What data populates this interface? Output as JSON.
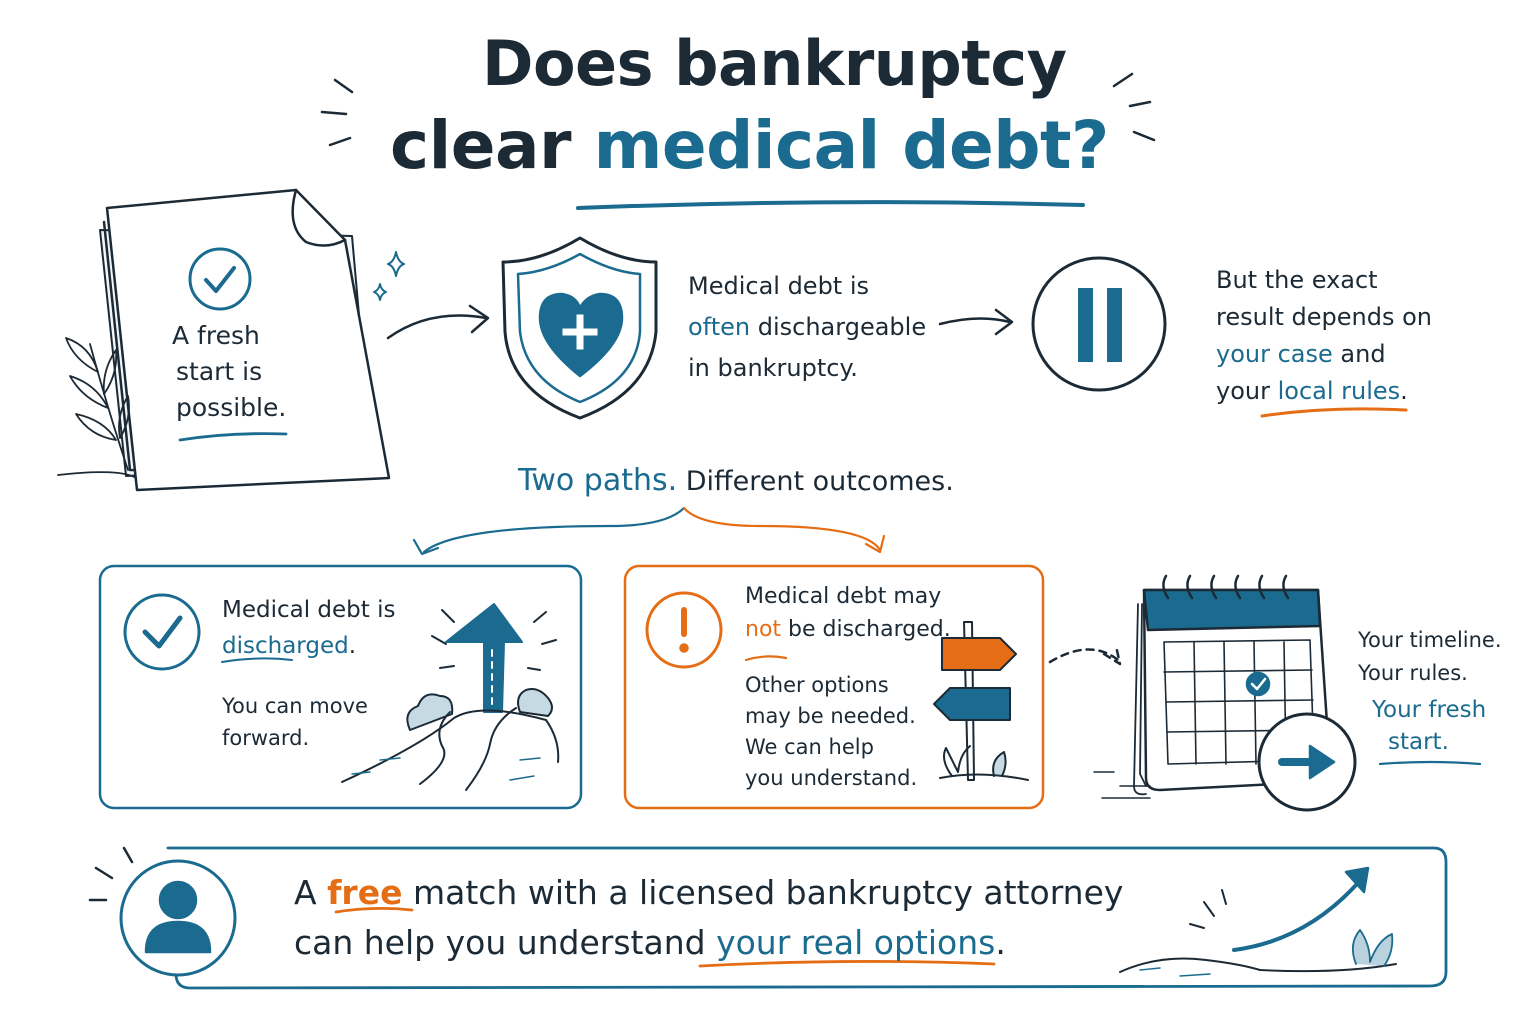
{
  "title": {
    "line1": "Does bankruptcy",
    "line2_pre": "clear ",
    "line2_highlight": "medical debt?"
  },
  "intro": {
    "paper_text": [
      "A fresh",
      "start is",
      "possible."
    ],
    "shield_text": {
      "line1": "Medical debt is",
      "line2_highlight": "often",
      "line2_rest": " dischargeable",
      "line3": "in bankruptcy."
    },
    "pause_text": {
      "line1": "But the exact",
      "line2": "result depends on",
      "line3_highlight": "your case",
      "line3_rest": " and",
      "line4_pre": "your ",
      "line4_highlight": "local rules",
      "line4_post": "."
    }
  },
  "paths": {
    "heading_highlight": "Two paths.",
    "heading_rest": " Different outcomes.",
    "discharged": {
      "line1": "Medical debt is",
      "line2_highlight": "discharged",
      "line2_post": ".",
      "sub1": "You can move",
      "sub2": "forward."
    },
    "not_discharged": {
      "line1": "Medical debt may",
      "line2_highlight": "not",
      "line2_rest": " be discharged.",
      "sub": [
        "Other options",
        "may be needed.",
        "We can help",
        "you understand."
      ]
    },
    "timeline": {
      "line1": "Your timeline.",
      "line2": "Your rules.",
      "line3": "Your fresh",
      "line4": "start."
    }
  },
  "cta": {
    "pre": "A ",
    "free": "free",
    "line1_rest": " match with a licensed bankruptcy attorney",
    "line2_pre": "can help you understand ",
    "line2_highlight": "your real options",
    "line2_post": "."
  },
  "colors": {
    "accent_blue": "#1a6b8f",
    "accent_orange": "#e46d15",
    "ink": "#1c2a36"
  },
  "icons": [
    "check-circle-icon",
    "sparkle-icon",
    "shield-heart-icon",
    "pause-icon",
    "up-arrow-road-icon",
    "alert-circle-icon",
    "signpost-icon",
    "calendar-icon",
    "arrow-right-circle-icon",
    "user-icon",
    "rising-arrow-icon",
    "leaf-icon"
  ]
}
